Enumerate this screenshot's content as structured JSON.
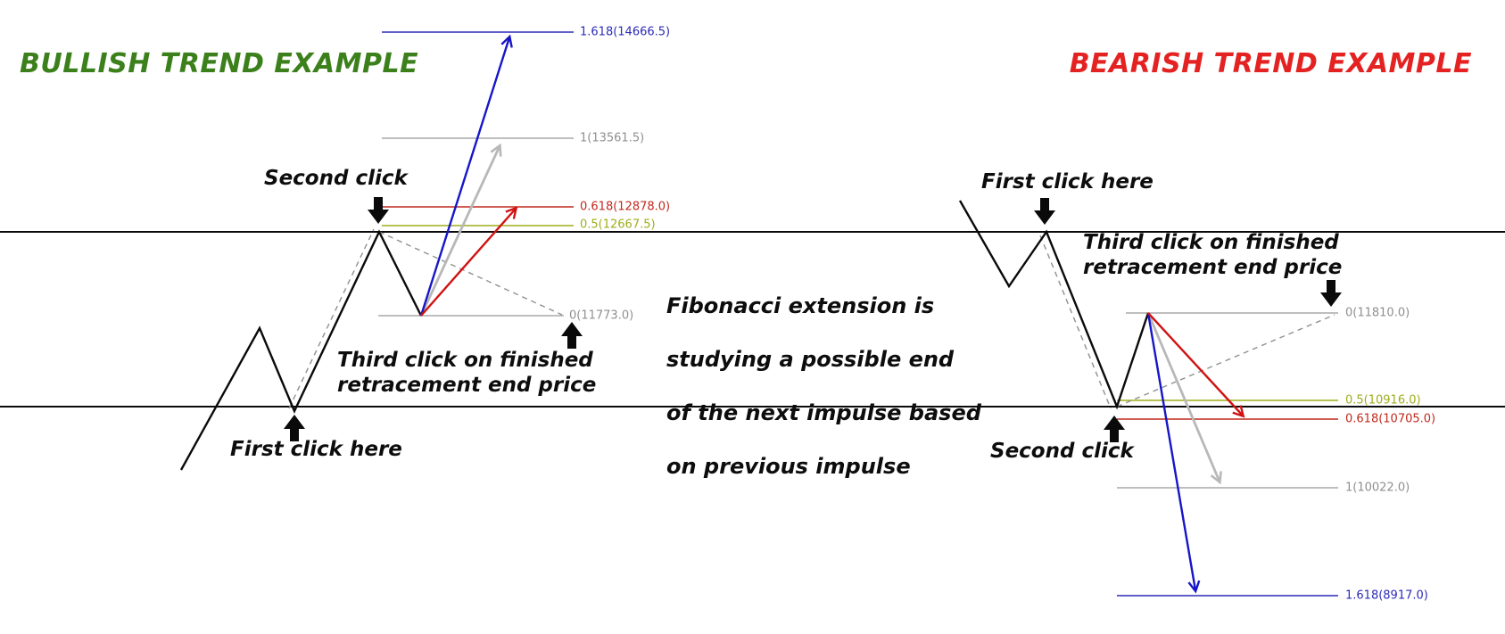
{
  "bullish": {
    "title": "BULLISH TREND EXAMPLE",
    "title_color": "#3c801c",
    "annotations": {
      "second_click": "Second click",
      "third_click": "Third click on finished\nretracement end price",
      "first_click": "First click here"
    },
    "levels": [
      {
        "name": "1.618",
        "label": "1.618(14666.5)",
        "price": "14666.5",
        "color": "#2b2bb8"
      },
      {
        "name": "1",
        "label": "1(13561.5)",
        "price": "13561.5",
        "color": "#8f8f8f"
      },
      {
        "name": "0.618",
        "label": "0.618(12878.0)",
        "price": "12878.0",
        "color": "#c2281c"
      },
      {
        "name": "0.5",
        "label": "0.5(12667.5)",
        "price": "12667.5",
        "color": "#9fae1c"
      },
      {
        "name": "0",
        "label": "0(11773.0)",
        "price": "11773.0",
        "color": "#8f8f8f"
      }
    ]
  },
  "bearish": {
    "title": "BEARISH TREND EXAMPLE",
    "title_color": "#e42222",
    "annotations": {
      "first_click": "First click here",
      "third_click": "Third click on finished\nretracement end price",
      "second_click": "Second click"
    },
    "levels": [
      {
        "name": "0",
        "label": "0(11810.0)",
        "price": "11810.0",
        "color": "#8f8f8f"
      },
      {
        "name": "0.5",
        "label": "0.5(10916.0)",
        "price": "10916.0",
        "color": "#9fae1c"
      },
      {
        "name": "0.618",
        "label": "0.618(10705.0)",
        "price": "10705.0",
        "color": "#c2281c"
      },
      {
        "name": "1",
        "label": "1(10022.0)",
        "price": "10022.0",
        "color": "#8f8f8f"
      },
      {
        "name": "1.618",
        "label": "1.618(8917.0)",
        "price": "8917.0",
        "color": "#2b2bb8"
      }
    ]
  },
  "center_note": {
    "lines": [
      "Fibonacci extension is",
      "studying a possible end",
      "of the next impulse based",
      "on previous impulse"
    ]
  },
  "colors": {
    "impulse_blue": "#1616c8",
    "impulse_gray": "#b8b8b8",
    "impulse_red": "#d01212",
    "price_line_black": "#0a0a0a",
    "dashed_guide_gray": "#909090"
  },
  "icons": {
    "click_pointer": "thick-black-arrow",
    "impulse_arrowhead": "open-chevron"
  }
}
